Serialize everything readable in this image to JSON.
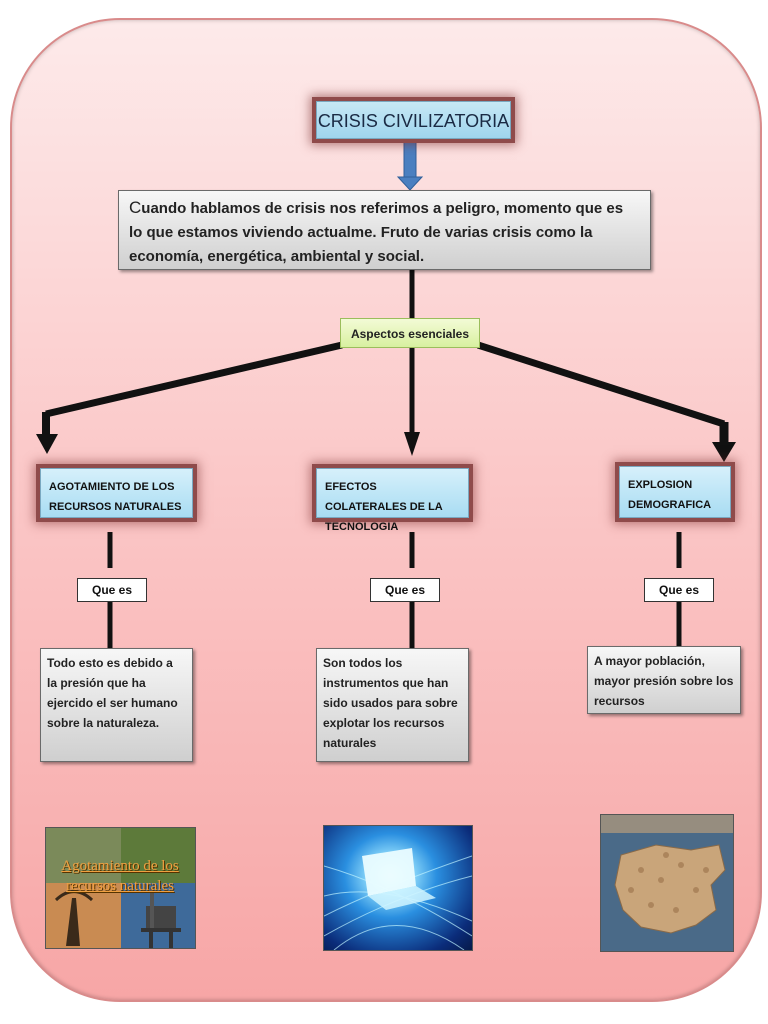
{
  "title": "CRISIS CIVILIZATORIA",
  "description": "Cuando hablamos de crisis nos referimos a peligro, momento que es lo que estamos viviendo actualme.  Fruto de varias crisis como la economía, energética, ambiental y social.",
  "aspects_label": "Aspectos esenciales",
  "categories": [
    {
      "title": "AGOTAMIENTO DE LOS RECURSOS NATURALES",
      "que": "Que es",
      "definition": "Todo esto es debido a la presión  que  ha ejercido  el ser humano sobre la naturaleza."
    },
    {
      "title": "EFECTOS COLATERALES DE LA TECNOLOGIA",
      "que": "Que es",
      "definition": "Son todos los instrumentos que han sido usados para sobre explotar los recursos naturales"
    },
    {
      "title": "EXPLOSION DEMOGRAFICA",
      "que": "Que es",
      "definition": "A mayor población, mayor presión sobre los recursos"
    }
  ],
  "images": {
    "image1_caption": "Agotamiento de los recursos naturales"
  },
  "colors": {
    "background": "#fbc9c9",
    "title_fill": "#9fd5ee",
    "aspects_fill": "#d8f0a0",
    "frame_glow": "#8f4b4b"
  }
}
